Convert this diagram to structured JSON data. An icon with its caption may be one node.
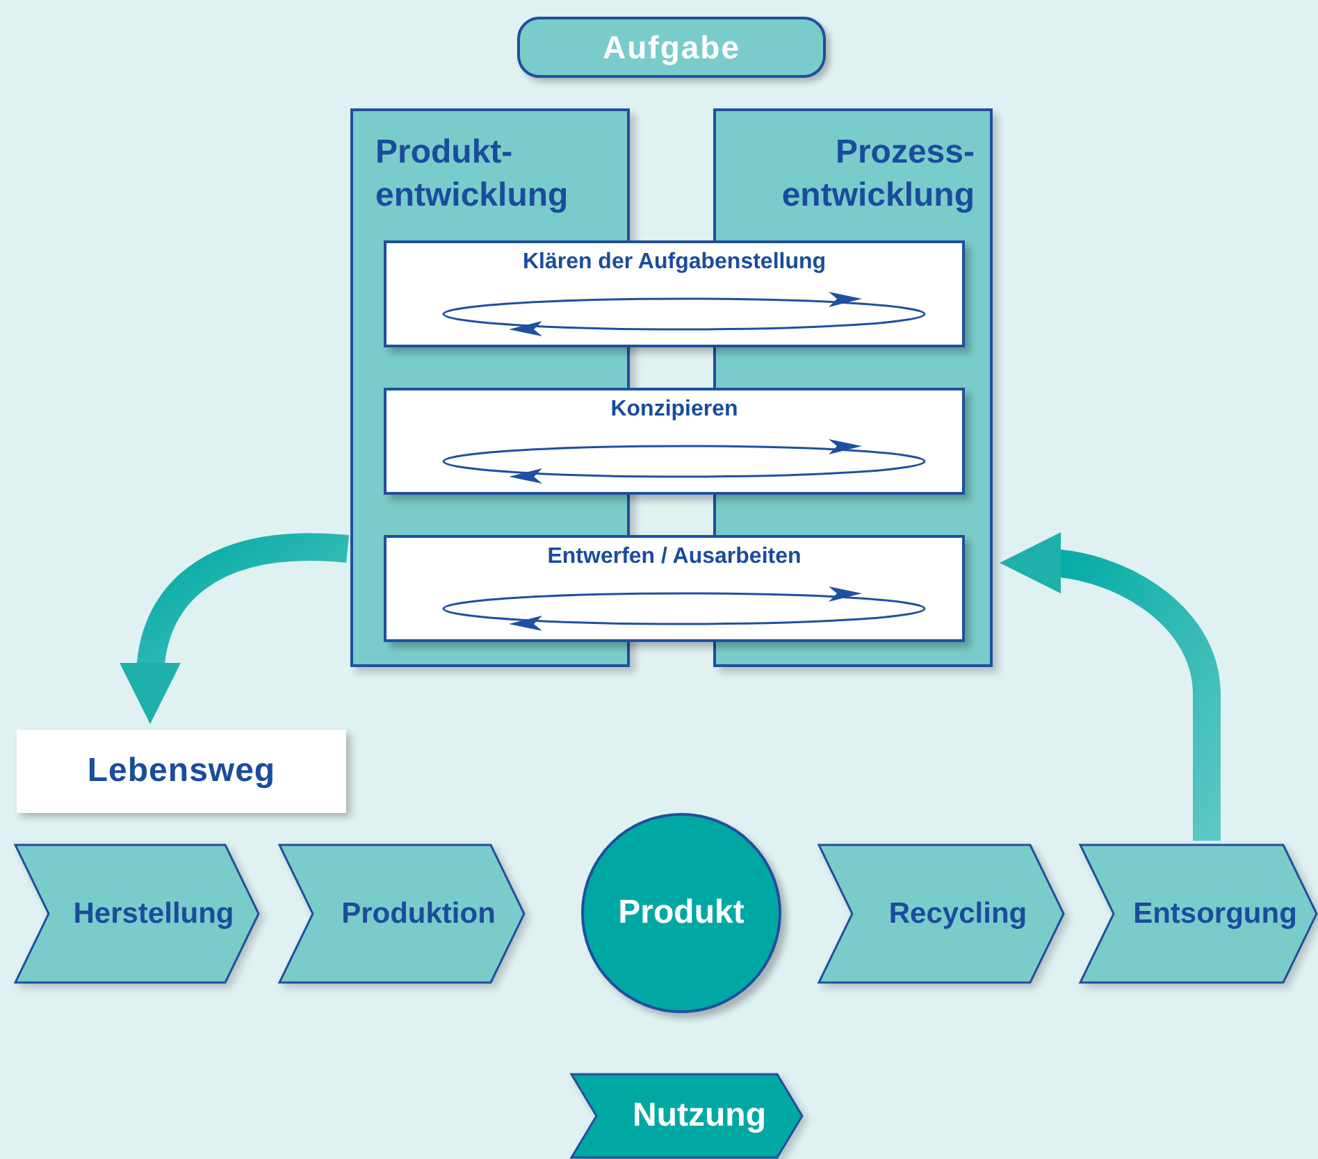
{
  "diagram": {
    "nodes": [
      {
        "text": [
          "Aufgabe"
        ]
      },
      {
        "text": [
          "Produkt- entwicklung"
        ]
      },
      {
        "text": [
          "Prozess- entwicklung"
        ]
      },
      {
        "text": [
          "Klären der Aufgabenstellung"
        ]
      },
      {
        "text": [
          "Konzipieren"
        ]
      },
      {
        "text": [
          "Entwerfen / Ausarbeiten"
        ]
      },
      {
        "text": [
          "Lebensweg"
        ]
      },
      {
        "text": [
          "Herstellung"
        ]
      },
      {
        "text": [
          "Produktion"
        ]
      },
      {
        "text": [
          "Produkt"
        ]
      },
      {
        "text": [
          "Recycling"
        ]
      },
      {
        "text": [
          "Entsorgung"
        ]
      },
      {
        "text": [
          "Nutzung"
        ]
      }
    ],
    "edges": [
      {
        "from": 1,
        "to": 6,
        "arrow": "to",
        "style": "thick"
      },
      {
        "from": 11,
        "to": 2,
        "arrow": "to",
        "style": "thick"
      }
    ]
  }
}
